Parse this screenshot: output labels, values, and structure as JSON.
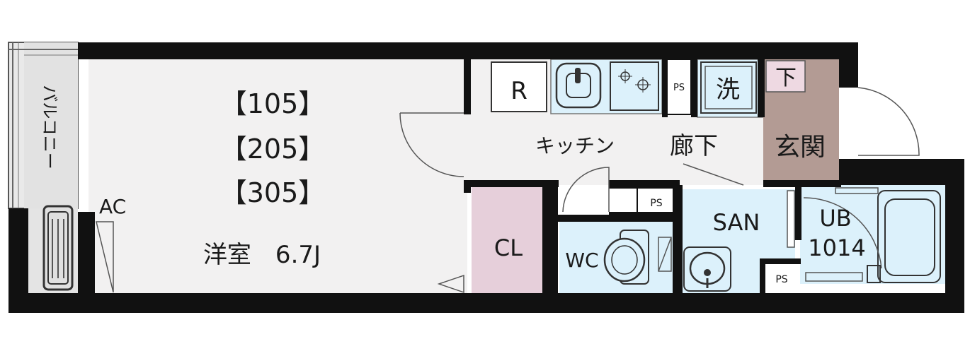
{
  "labels": {
    "unit_numbers": [
      "【105】",
      "【205】",
      "【305】"
    ],
    "western_room": "洋室　6.7J",
    "balcony": "バルコニー",
    "ac": "AC",
    "closet": "CL",
    "refrigerator": "R",
    "kitchen": "キッチン",
    "hallway": "廊下",
    "ps_top": "PS",
    "ps_middle": "PS",
    "ps_bottom": "PS",
    "washer": "洗",
    "shoe_storage": "下",
    "entrance": "玄関",
    "wc": "WC",
    "sanitary": "SAN",
    "unit_bath": "UB",
    "unit_bath_size": "1014"
  },
  "colors": {
    "wall": "#111111",
    "room_floor": "#f2f1f1",
    "wet_area": "#dcf1fb",
    "closet": "#e6cfda",
    "entrance": "#b39b94",
    "shoe_storage": "#eed9e2",
    "balcony": "#e6e6e6"
  },
  "icons": {
    "sink": "sink-icon",
    "stove": "stove-icon",
    "toilet": "toilet-icon",
    "bathtub": "bathtub-icon",
    "basin": "basin-icon",
    "washer_pan": "washer-pan-icon",
    "outdoor_unit": "ac-outdoor-unit-icon"
  }
}
